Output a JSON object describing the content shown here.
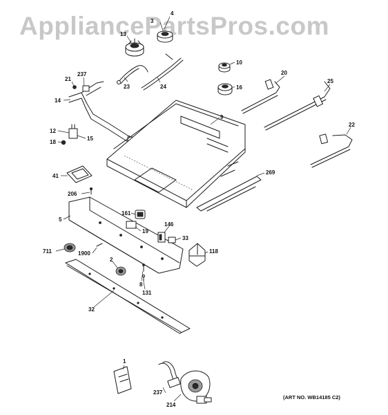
{
  "watermark": "AppliancePartsPros.com",
  "art_number": "(ART NO. WB14185 C2)",
  "callouts": [
    "4",
    "3",
    "13",
    "10",
    "237",
    "21",
    "23",
    "24",
    "20",
    "25",
    "16",
    "14",
    "9",
    "12",
    "15",
    "18",
    "22",
    "41",
    "269",
    "206",
    "5",
    "161",
    "19",
    "146",
    "33",
    "711",
    "1900",
    "118",
    "2",
    "8",
    "131",
    "32",
    "1",
    "237",
    "214"
  ]
}
